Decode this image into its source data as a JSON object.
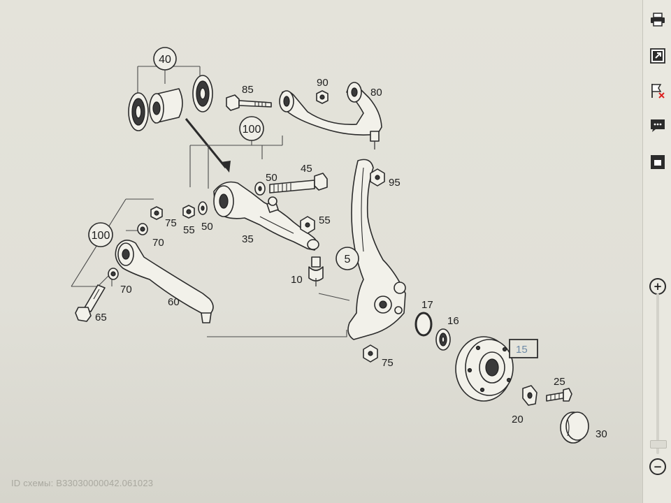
{
  "diagram": {
    "callouts": [
      "40",
      "100",
      "100",
      "5"
    ],
    "part_labels": {
      "p85": "85",
      "p90": "90",
      "p80": "80",
      "p45": "45",
      "p50a": "50",
      "p95": "95",
      "p75a": "75",
      "p55a": "55",
      "p50b": "50",
      "p55b": "55",
      "p70a": "70",
      "p35": "35",
      "p10": "10",
      "p70b": "70",
      "p60": "60",
      "p65": "65",
      "p17": "17",
      "p16": "16",
      "p75b": "75",
      "p25": "25",
      "p20": "20",
      "p30": "30"
    },
    "selected_part": "15"
  },
  "footer": {
    "scheme_id": "ID схемы: B33030000042.061023"
  },
  "toolbar": {
    "icons": [
      "print-icon",
      "export-icon",
      "flag-icon",
      "comment-icon",
      "window-icon"
    ],
    "zoom_in": "+",
    "zoom_out": "−"
  },
  "colors": {
    "selected_text": "#6d8aa6",
    "line": "#2b2b2b"
  }
}
